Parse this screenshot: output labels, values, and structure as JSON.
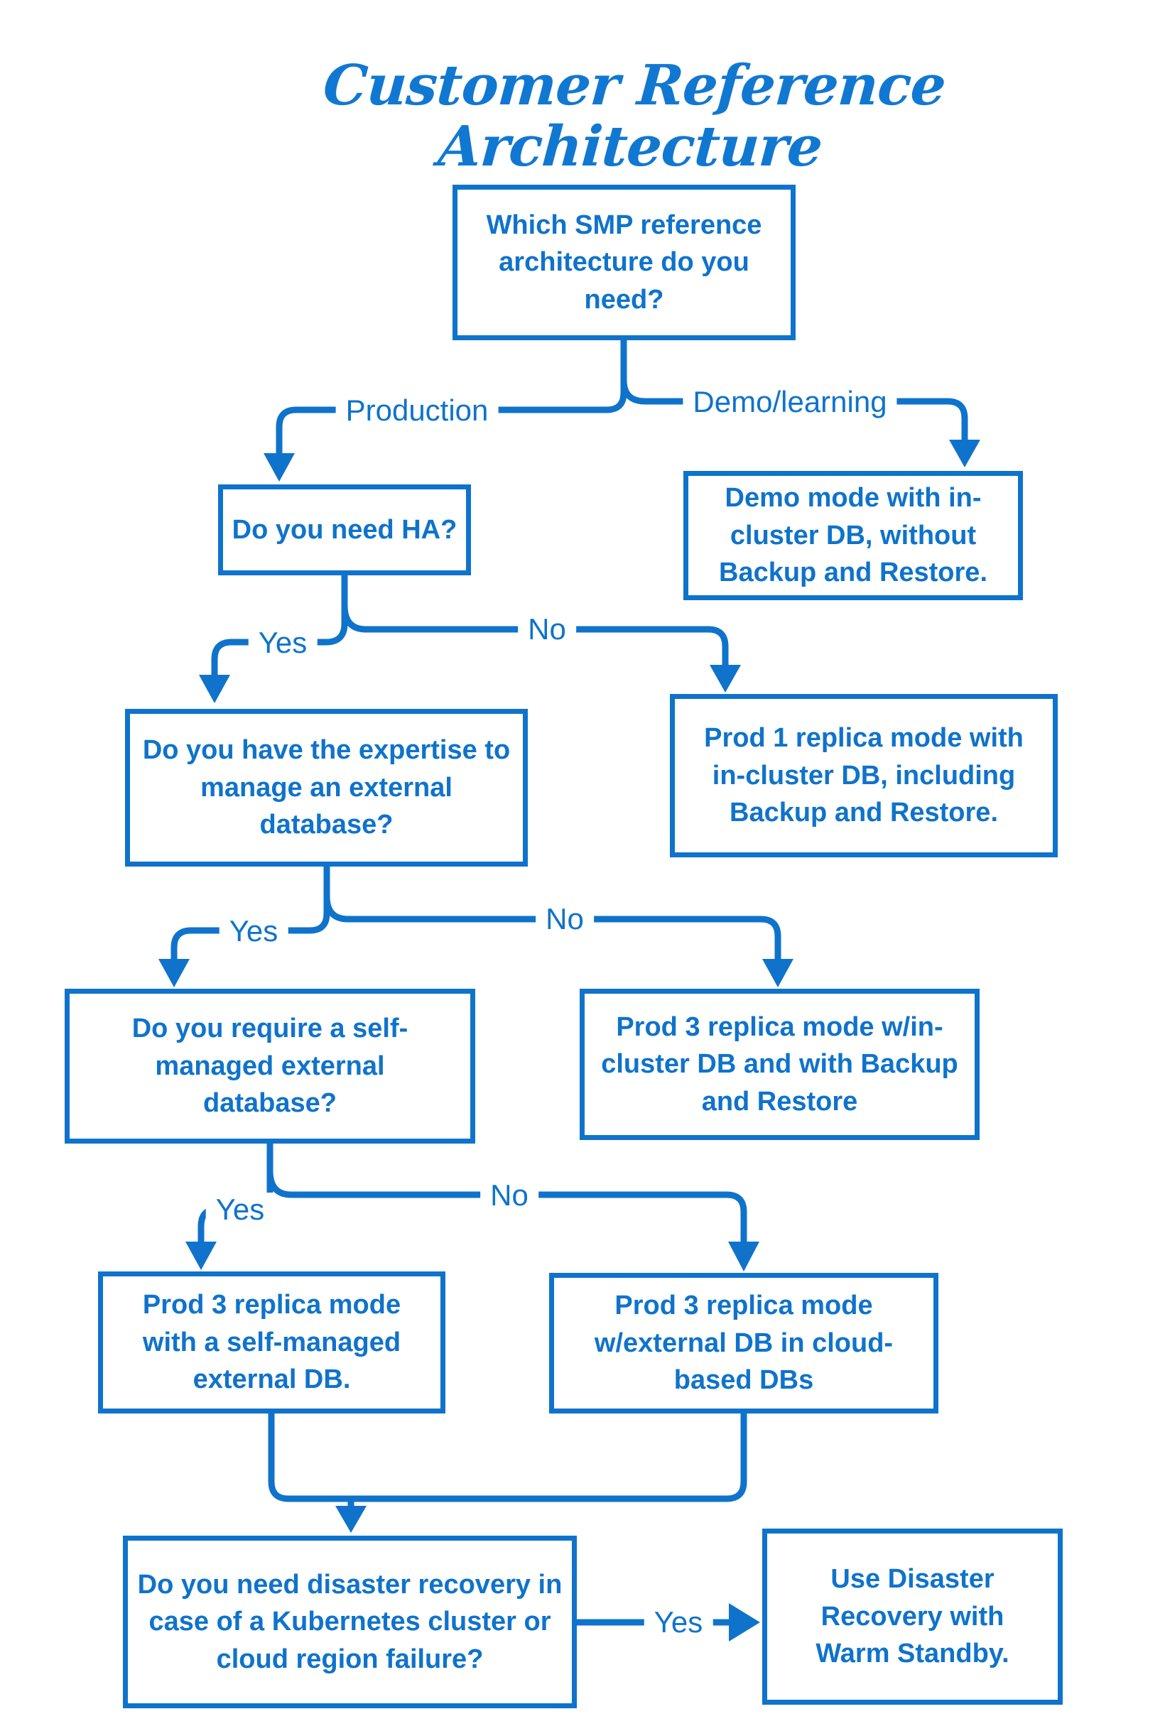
{
  "title": "Customer Reference Architecture",
  "colors": {
    "accent_blue": "#0f73cb",
    "background": "#ffffff"
  },
  "flowchart": {
    "nodes": {
      "q_architecture": {
        "label": "Which SMP reference architecture do you need?"
      },
      "q_ha": {
        "label": "Do you need HA?"
      },
      "demo_mode": {
        "label": "Demo mode with in-cluster DB, without Backup and Restore."
      },
      "q_expertise": {
        "label": "Do you have the expertise to manage an external database?"
      },
      "prod1_incluster": {
        "label": "Prod 1 replica mode with in-cluster DB, including Backup and Restore."
      },
      "q_selfmanaged": {
        "label": "Do you require a self-managed external database?"
      },
      "prod3_incluster": {
        "label": "Prod 3 replica mode w/in-cluster DB and with Backup and Restore"
      },
      "prod3_selfmanaged": {
        "label": "Prod 3 replica mode with a self-managed external DB."
      },
      "prod3_cloud": {
        "label": "Prod 3 replica mode w/external DB in cloud-based DBs"
      },
      "q_dr": {
        "label": "Do you need disaster recovery in case of a Kubernetes cluster or cloud region failure?"
      },
      "use_dr": {
        "label": "Use Disaster Recovery with Warm Standby."
      }
    },
    "edges": [
      {
        "from": "q_architecture",
        "to": "q_ha",
        "label": "Production"
      },
      {
        "from": "q_architecture",
        "to": "demo_mode",
        "label": "Demo/learning"
      },
      {
        "from": "q_ha",
        "to": "q_expertise",
        "label": "Yes"
      },
      {
        "from": "q_ha",
        "to": "prod1_incluster",
        "label": "No"
      },
      {
        "from": "q_expertise",
        "to": "q_selfmanaged",
        "label": "Yes"
      },
      {
        "from": "q_expertise",
        "to": "prod3_incluster",
        "label": "No"
      },
      {
        "from": "q_selfmanaged",
        "to": "prod3_selfmanaged",
        "label": "Yes"
      },
      {
        "from": "q_selfmanaged",
        "to": "prod3_cloud",
        "label": "No"
      },
      {
        "from": "q_dr",
        "to": "use_dr",
        "label": "Yes"
      }
    ]
  }
}
